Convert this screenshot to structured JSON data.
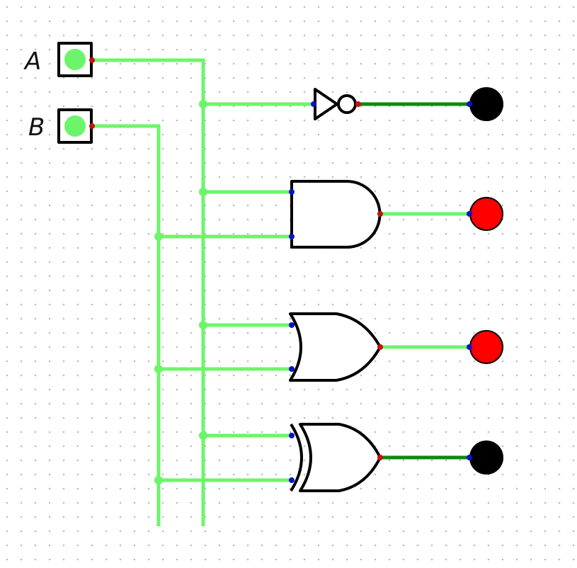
{
  "circuit": {
    "inputs": [
      {
        "label": "A",
        "state": true
      },
      {
        "label": "B",
        "state": true
      }
    ],
    "gates": [
      {
        "type": "NOT",
        "output": false
      },
      {
        "type": "AND",
        "output": true
      },
      {
        "type": "OR",
        "output": true
      },
      {
        "type": "XOR",
        "output": false
      }
    ],
    "outputs": [
      {
        "state": false
      },
      {
        "state": true
      },
      {
        "state": true
      },
      {
        "state": false
      }
    ]
  },
  "colors": {
    "wire_on": "#6cf56a",
    "wire_off": "#0a8a0a",
    "input_on": "#6cf56a",
    "led_on": "#ff0000",
    "led_off": "#000000",
    "grid_dot": "#bdbdbd",
    "pin_in": "#1010c8",
    "pin_out": "#c81010",
    "stroke": "#000000"
  },
  "icons": {
    "input": "square-toggle-icon",
    "led": "circle-led-icon"
  }
}
